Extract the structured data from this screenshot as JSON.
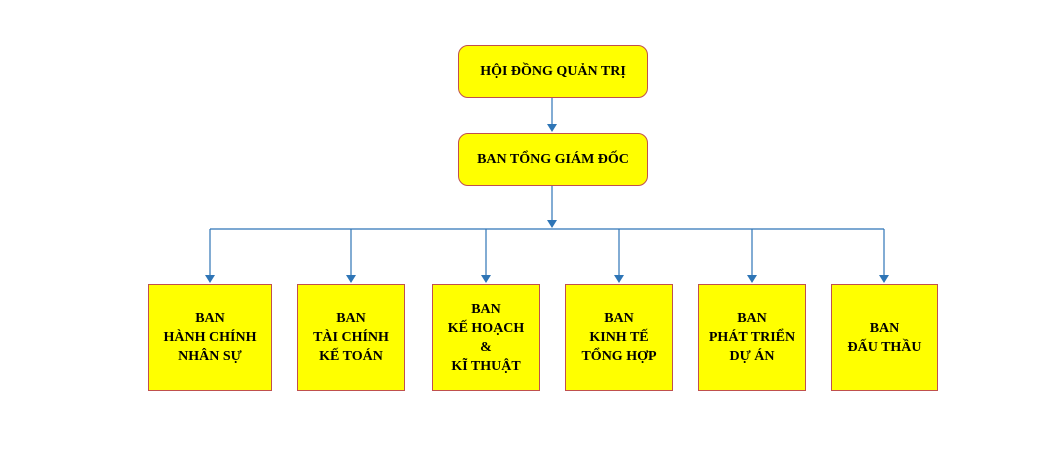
{
  "chart": {
    "board": {
      "lines": [
        "HỘI ĐỒNG QUẢN TRỊ"
      ]
    },
    "ceo": {
      "lines": [
        "BAN TỔNG GIÁM ĐỐC"
      ]
    },
    "departments": [
      {
        "lines": [
          "BAN",
          "HÀNH CHÍNH",
          "NHÂN SỰ"
        ]
      },
      {
        "lines": [
          "BAN",
          "TÀI CHÍNH",
          "KẾ TOÁN"
        ]
      },
      {
        "lines": [
          "BAN",
          "KẾ HOẠCH",
          "&",
          "KĨ THUẬT"
        ]
      },
      {
        "lines": [
          "BAN",
          "KINH TẾ",
          "TỔNG HỢP"
        ]
      },
      {
        "lines": [
          "BAN",
          "PHÁT TRIỂN",
          "DỰ ÁN"
        ]
      },
      {
        "lines": [
          "BAN",
          "ĐẤU THẦU"
        ]
      }
    ]
  },
  "colors": {
    "box_fill": "#ffff00",
    "box_border": "#c0504d",
    "connector": "#2e75b6"
  }
}
